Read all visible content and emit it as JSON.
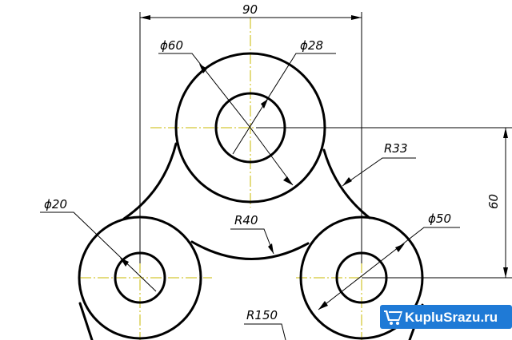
{
  "drawing": {
    "dimensions": {
      "width_90": "90",
      "height_60": "60",
      "dia_60": "ϕ60",
      "dia_28": "ϕ28",
      "dia_20": "ϕ20",
      "dia_50": "ϕ50",
      "r_33": "R33",
      "r_40": "R40",
      "r_150": "R150"
    }
  },
  "watermark": {
    "text": "KupluSrazu.ru",
    "background_color": "#1f7ad6"
  },
  "colors": {
    "line": "#000000",
    "center_line": "#c9b800",
    "background": "#ffffff"
  }
}
